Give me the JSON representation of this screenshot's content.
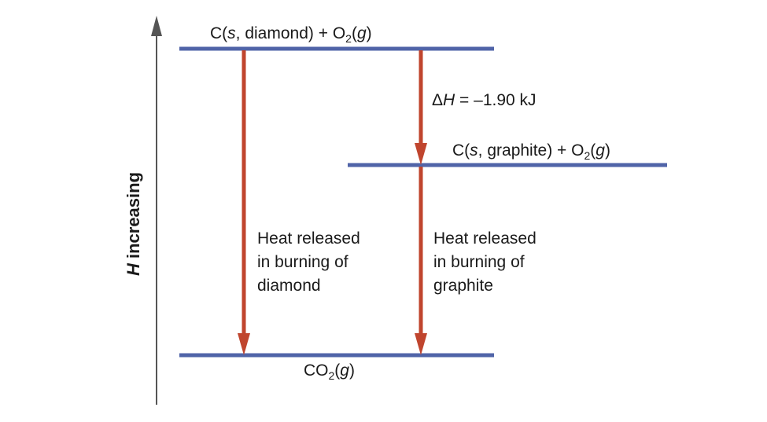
{
  "axis": {
    "variable": "H",
    "label_rest": " increasing"
  },
  "levels": {
    "diamond": {
      "pre": "C(",
      "state": "s",
      "mid": ", diamond) + O",
      "sub": "2",
      "paren_open": "(",
      "phase": "g",
      "paren_close": ")"
    },
    "graphite": {
      "pre": "C(",
      "state": "s",
      "mid": ", graphite) + O",
      "sub": "2",
      "paren_open": "(",
      "phase": "g",
      "paren_close": ")"
    },
    "co2": {
      "pre": "CO",
      "sub": "2",
      "paren_open": "(",
      "phase": "g",
      "paren_close": ")"
    }
  },
  "delta_h": {
    "symbol": "Δ",
    "variable": "H",
    "value": " = –1.90 kJ"
  },
  "annotations": {
    "diamond_burning": [
      "Heat released",
      "in burning of",
      "diamond"
    ],
    "graphite_burning": [
      "Heat released",
      "in burning of",
      "graphite"
    ]
  },
  "colors": {
    "level_line": "#5064a8",
    "arrow": "#c0452e",
    "axis": "#555555",
    "text": "#1a1a1a"
  }
}
